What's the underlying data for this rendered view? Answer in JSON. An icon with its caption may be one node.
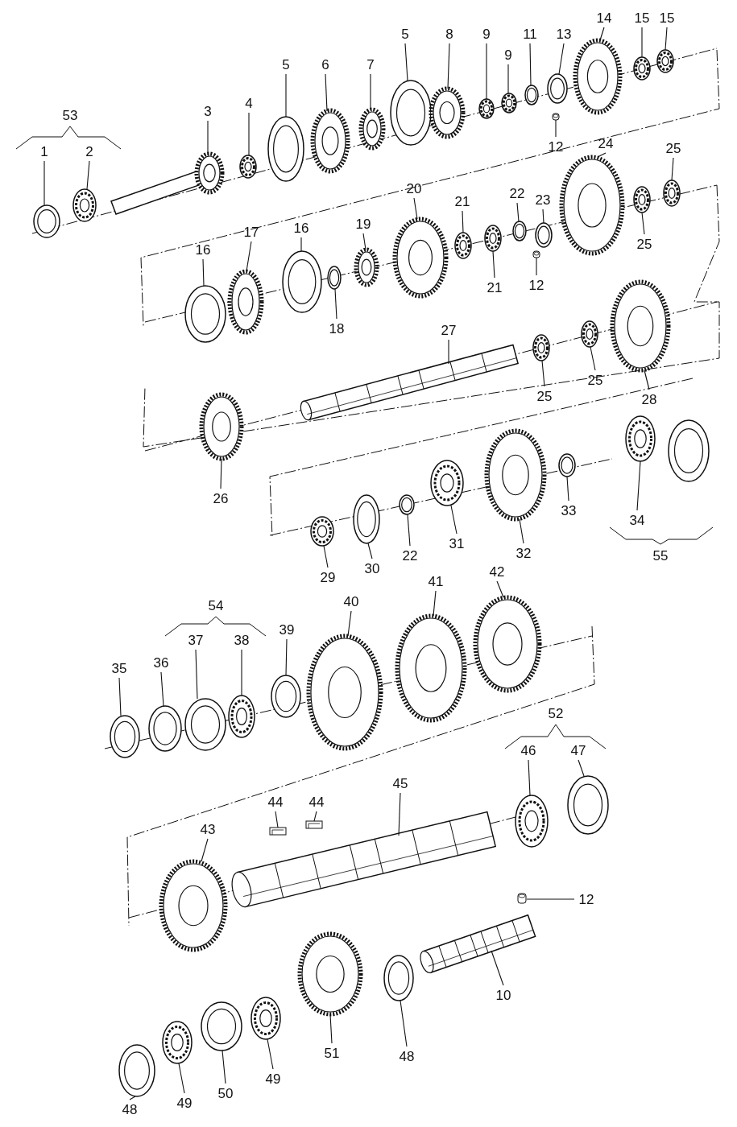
{
  "diagram": {
    "nodes": [
      {
        "text": [
          "1"
        ]
      },
      {
        "text": [
          "2"
        ]
      },
      {
        "text": [
          "3"
        ]
      },
      {
        "text": [
          "4"
        ]
      },
      {
        "text": [
          "5"
        ]
      },
      {
        "text": [
          "6"
        ]
      },
      {
        "text": [
          "7"
        ]
      },
      {
        "text": [
          "5"
        ]
      },
      {
        "text": [
          "8"
        ]
      },
      {
        "text": [
          "9"
        ]
      },
      {
        "text": [
          "9"
        ]
      },
      {
        "text": [
          "11"
        ]
      },
      {
        "text": [
          "13"
        ]
      },
      {
        "text": [
          "14"
        ]
      },
      {
        "text": [
          "15"
        ]
      },
      {
        "text": [
          "15"
        ]
      },
      {
        "text": [
          "12"
        ]
      },
      {
        "text": [
          "24"
        ]
      },
      {
        "text": [
          "20"
        ]
      },
      {
        "text": [
          "25"
        ]
      },
      {
        "text": [
          "16"
        ]
      },
      {
        "text": [
          "17"
        ]
      },
      {
        "text": [
          "16"
        ]
      },
      {
        "text": [
          "19"
        ]
      },
      {
        "text": [
          "21"
        ]
      },
      {
        "text": [
          "22"
        ]
      },
      {
        "text": [
          "23"
        ]
      },
      {
        "text": [
          "18"
        ]
      },
      {
        "text": [
          "21"
        ]
      },
      {
        "text": [
          "12"
        ]
      },
      {
        "text": [
          "25"
        ]
      },
      {
        "text": [
          "27"
        ]
      },
      {
        "text": [
          "25"
        ]
      },
      {
        "text": [
          "25"
        ]
      },
      {
        "text": [
          "28"
        ]
      },
      {
        "text": [
          "26"
        ]
      },
      {
        "text": [
          "29"
        ]
      },
      {
        "text": [
          "30"
        ]
      },
      {
        "text": [
          "22"
        ]
      },
      {
        "text": [
          "31"
        ]
      },
      {
        "text": [
          "32"
        ]
      },
      {
        "text": [
          "33"
        ]
      },
      {
        "text": [
          "34"
        ]
      },
      {
        "text": [
          "35"
        ]
      },
      {
        "text": [
          "36"
        ]
      },
      {
        "text": [
          "37"
        ]
      },
      {
        "text": [
          "38"
        ]
      },
      {
        "text": [
          "39"
        ]
      },
      {
        "text": [
          "40"
        ]
      },
      {
        "text": [
          "41"
        ]
      },
      {
        "text": [
          "42"
        ]
      },
      {
        "text": [
          "46"
        ]
      },
      {
        "text": [
          "47"
        ]
      },
      {
        "text": [
          "44"
        ]
      },
      {
        "text": [
          "44"
        ]
      },
      {
        "text": [
          "45"
        ]
      },
      {
        "text": [
          "43"
        ]
      },
      {
        "text": [
          "12"
        ]
      },
      {
        "text": [
          "10"
        ]
      },
      {
        "text": [
          "48"
        ]
      },
      {
        "text": [
          "51"
        ]
      },
      {
        "text": [
          "49"
        ]
      },
      {
        "text": [
          "50"
        ]
      },
      {
        "text": [
          "49"
        ]
      },
      {
        "text": [
          "48"
        ]
      },
      {
        "text": [],
        "shape": "picture"
      },
      {
        "text": [],
        "shape": "picture"
      },
      {
        "text": [],
        "shape": "picture"
      },
      {
        "text": [],
        "shape": "picture"
      },
      {
        "text": [],
        "shape": "picture"
      },
      {
        "text": [],
        "shape": "picture"
      },
      {
        "text": [],
        "shape": "picture"
      },
      {
        "text": [],
        "shape": "picture"
      },
      {
        "text": [],
        "shape": "picture"
      },
      {
        "text": [],
        "shape": "picture"
      },
      {
        "text": [],
        "shape": "picture"
      },
      {
        "text": [],
        "shape": "picture"
      },
      {
        "text": [],
        "shape": "picture"
      },
      {
        "text": [],
        "shape": "picture"
      },
      {
        "text": [],
        "shape": "picture"
      },
      {
        "text": [],
        "shape": "picture"
      },
      {
        "text": [],
        "shape": "picture"
      },
      {
        "text": [],
        "shape": "picture"
      },
      {
        "text": [],
        "shape": "picture"
      },
      {
        "text": [],
        "shape": "picture"
      },
      {
        "text": [],
        "shape": "picture"
      },
      {
        "text": [],
        "shape": "picture"
      },
      {
        "text": [],
        "shape": "picture"
      },
      {
        "text": [],
        "shape": "picture"
      },
      {
        "text": [],
        "shape": "picture"
      },
      {
        "text": [],
        "shape": "picture"
      },
      {
        "text": [],
        "shape": "picture"
      },
      {
        "text": [],
        "shape": "picture"
      },
      {
        "text": [],
        "shape": "picture"
      },
      {
        "text": [],
        "shape": "picture"
      },
      {
        "text": [],
        "shape": "picture"
      },
      {
        "text": [],
        "shape": "picture"
      },
      {
        "text": [],
        "shape": "picture"
      },
      {
        "text": [],
        "shape": "picture"
      },
      {
        "text": [],
        "shape": "picture"
      },
      {
        "text": [],
        "shape": "picture"
      },
      {
        "text": [],
        "shape": "picture"
      },
      {
        "text": [],
        "shape": "picture"
      },
      {
        "text": [],
        "shape": "picture"
      },
      {
        "text": [],
        "shape": "picture"
      },
      {
        "text": [],
        "shape": "picture"
      },
      {
        "text": [],
        "shape": "picture"
      },
      {
        "text": [],
        "shape": "picture"
      },
      {
        "text": [],
        "shape": "picture"
      },
      {
        "text": [],
        "shape": "picture"
      },
      {
        "text": [],
        "shape": "picture"
      },
      {
        "text": [],
        "shape": "picture"
      },
      {
        "text": [],
        "shape": "picture"
      },
      {
        "text": [],
        "shape": "picture"
      },
      {
        "text": [],
        "shape": "picture"
      },
      {
        "text": [],
        "shape": "picture"
      },
      {
        "text": [],
        "shape": "picture"
      },
      {
        "text": [],
        "shape": "picture"
      },
      {
        "text": [],
        "shape": "picture"
      },
      {
        "text": [],
        "shape": "picture"
      },
      {
        "text": [],
        "shape": "picture"
      },
      {
        "text": [],
        "shape": "picture"
      },
      {
        "text": [],
        "shape": "picture"
      },
      {
        "text": [],
        "shape": "picture"
      },
      {
        "text": [],
        "shape": "picture"
      },
      {
        "text": [],
        "shape": "picture"
      },
      {
        "text": [],
        "shape": "picture"
      },
      {
        "text": [],
        "shape": "picture"
      },
      {
        "text": [],
        "shape": "picture"
      },
      {
        "text": [],
        "shape": "picture"
      },
      {
        "text": [],
        "shape": "picture"
      }
    ],
    "edges": [
      {
        "from": 0,
        "to": 65,
        "arrow": "none"
      },
      {
        "from": 1,
        "to": 66,
        "arrow": "none"
      },
      {
        "from": 2,
        "to": 67,
        "arrow": "none"
      },
      {
        "from": 3,
        "to": 68,
        "arrow": "none"
      },
      {
        "from": 4,
        "to": 69,
        "arrow": "none"
      },
      {
        "from": 5,
        "to": 70,
        "arrow": "none"
      },
      {
        "from": 6,
        "to": 71,
        "arrow": "none"
      },
      {
        "from": 7,
        "to": 72,
        "arrow": "none"
      },
      {
        "from": 8,
        "to": 73,
        "arrow": "none"
      },
      {
        "from": 9,
        "to": 74,
        "arrow": "none"
      },
      {
        "from": 10,
        "to": 75,
        "arrow": "none"
      },
      {
        "from": 11,
        "to": 76,
        "arrow": "none"
      },
      {
        "from": 12,
        "to": 77,
        "arrow": "none"
      },
      {
        "from": 13,
        "to": 78,
        "arrow": "none"
      },
      {
        "from": 14,
        "to": 79,
        "arrow": "none"
      },
      {
        "from": 15,
        "to": 80,
        "arrow": "none"
      },
      {
        "from": 16,
        "to": 128,
        "arrow": "none"
      },
      {
        "from": 17,
        "to": 91,
        "arrow": "none"
      },
      {
        "from": 18,
        "to": 86,
        "arrow": "none"
      },
      {
        "from": 19,
        "to": 93,
        "arrow": "none"
      },
      {
        "from": 20,
        "to": 81,
        "arrow": "none"
      },
      {
        "from": 21,
        "to": 82,
        "arrow": "none"
      },
      {
        "from": 22,
        "to": 83,
        "arrow": "none"
      },
      {
        "from": 23,
        "to": 85,
        "arrow": "none"
      },
      {
        "from": 24,
        "to": 87,
        "arrow": "none"
      },
      {
        "from": 25,
        "to": 89,
        "arrow": "none"
      },
      {
        "from": 26,
        "to": 90,
        "arrow": "none"
      },
      {
        "from": 27,
        "to": 84,
        "arrow": "none"
      },
      {
        "from": 28,
        "to": 88,
        "arrow": "none"
      },
      {
        "from": 29,
        "to": 129,
        "arrow": "none"
      },
      {
        "from": 30,
        "to": 92,
        "arrow": "none"
      },
      {
        "from": 31,
        "to": 123,
        "arrow": "none"
      },
      {
        "from": 32,
        "to": 95,
        "arrow": "none"
      },
      {
        "from": 33,
        "to": 96,
        "arrow": "none"
      },
      {
        "from": 34,
        "to": 97,
        "arrow": "none"
      },
      {
        "from": 35,
        "to": 94,
        "arrow": "none"
      },
      {
        "from": 36,
        "to": 98,
        "arrow": "none"
      },
      {
        "from": 37,
        "to": 99,
        "arrow": "none"
      },
      {
        "from": 38,
        "to": 100,
        "arrow": "none"
      },
      {
        "from": 39,
        "to": 101,
        "arrow": "none"
      },
      {
        "from": 40,
        "to": 102,
        "arrow": "none"
      },
      {
        "from": 41,
        "to": 103,
        "arrow": "none"
      },
      {
        "from": 42,
        "to": 104,
        "arrow": "none"
      },
      {
        "from": 43,
        "to": 106,
        "arrow": "none"
      },
      {
        "from": 44,
        "to": 107,
        "arrow": "none"
      },
      {
        "from": 45,
        "to": 108,
        "arrow": "none"
      },
      {
        "from": 46,
        "to": 109,
        "arrow": "none"
      },
      {
        "from": 47,
        "to": 110,
        "arrow": "none"
      },
      {
        "from": 48,
        "to": 111,
        "arrow": "none"
      },
      {
        "from": 49,
        "to": 112,
        "arrow": "none"
      },
      {
        "from": 50,
        "to": 113,
        "arrow": "none"
      },
      {
        "from": 51,
        "to": 115,
        "arrow": "none"
      },
      {
        "from": 52,
        "to": 116,
        "arrow": "none"
      },
      {
        "from": 53,
        "to": 126,
        "arrow": "none"
      },
      {
        "from": 54,
        "to": 127,
        "arrow": "none"
      },
      {
        "from": 55,
        "to": 124,
        "arrow": "none"
      },
      {
        "from": 56,
        "to": 114,
        "arrow": "none"
      },
      {
        "from": 57,
        "to": 130,
        "arrow": "none"
      },
      {
        "from": 58,
        "to": 125,
        "arrow": "none"
      },
      {
        "from": 59,
        "to": 117,
        "arrow": "none"
      },
      {
        "from": 60,
        "to": 118,
        "arrow": "none"
      },
      {
        "from": 61,
        "to": 119,
        "arrow": "none"
      },
      {
        "from": 62,
        "to": 120,
        "arrow": "none"
      },
      {
        "from": 63,
        "to": 121,
        "arrow": "none"
      },
      {
        "from": 64,
        "to": 122,
        "arrow": "none"
      }
    ],
    "labels": [
      "53",
      "54",
      "55",
      "52"
    ]
  }
}
